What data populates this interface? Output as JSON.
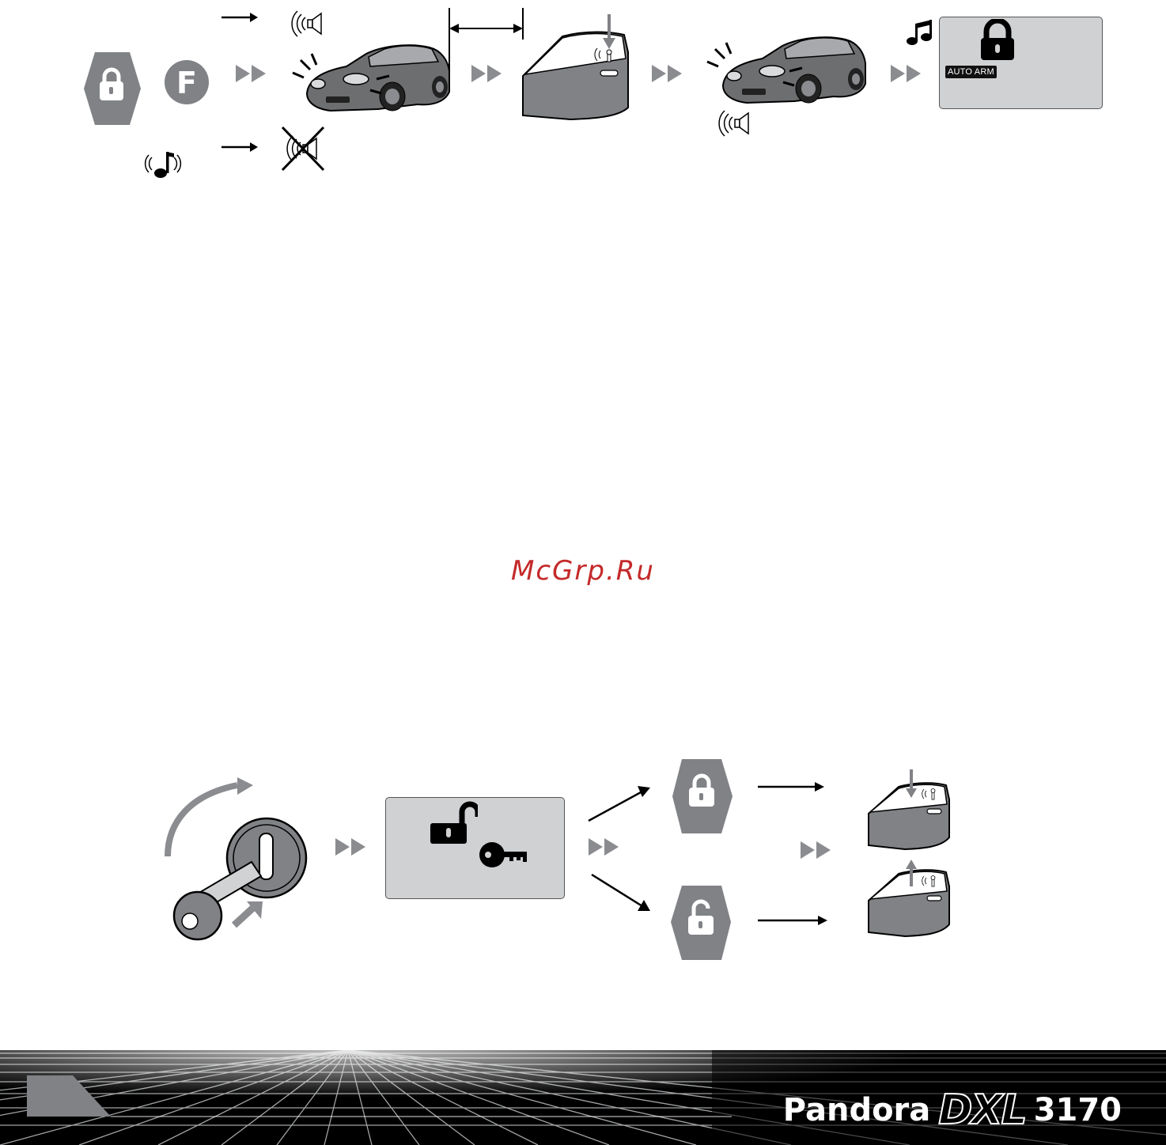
{
  "top_diagram": {
    "lcd_label": "AUTO ARM",
    "remote_button_letter": "F"
  },
  "watermark": "McGrp.Ru",
  "footer": {
    "brand_name": "Pandora",
    "brand_logo": "DXL",
    "model_number": "3170"
  },
  "icons": [
    "lock-button-icon",
    "f-button-icon",
    "siren-icon",
    "siren-muted-icon",
    "music-note-icon",
    "car-flashing-icon",
    "door-icon",
    "lock-icon",
    "unlock-icon",
    "key-icon",
    "ignition-icon"
  ],
  "colors": {
    "gray_fill": "#808285",
    "lcd_bg": "#cfd1d3",
    "watermark": "#c42a2a",
    "footer_bg": "#000000"
  }
}
